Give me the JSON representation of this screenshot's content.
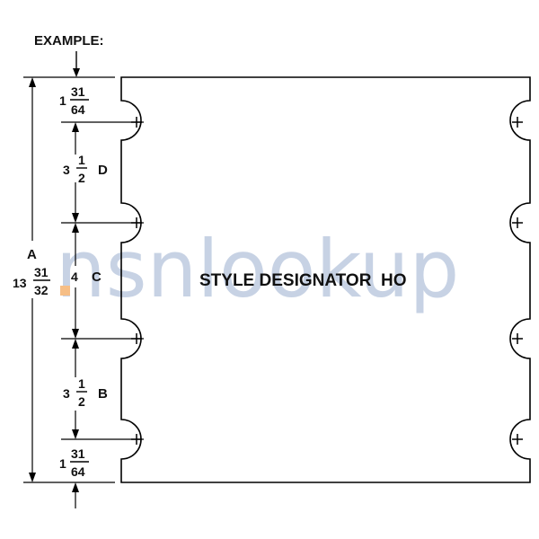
{
  "example_label": "EXAMPLE:",
  "style_label": "STYLE DESIGNATOR  HO",
  "watermark": {
    "text": "nsnlookup",
    "color": "#9aaecf",
    "dot_color": "#f08a24"
  },
  "colors": {
    "line": "#000000",
    "text": "#111111"
  },
  "dimensions": {
    "overall": {
      "letter": "A",
      "whole": "13",
      "num": "31",
      "den": "32"
    },
    "top_margin": {
      "whole": "1",
      "num": "31",
      "den": "64"
    },
    "span_d": {
      "whole": "3",
      "num": "1",
      "den": "2",
      "letter": "D"
    },
    "span_c": {
      "value": "4",
      "letter": "C"
    },
    "span_b": {
      "whole": "3",
      "num": "1",
      "den": "2",
      "letter": "B"
    },
    "bottom_margin": {
      "whole": "1",
      "num": "31",
      "den": "64"
    }
  },
  "hole_marker": "+"
}
